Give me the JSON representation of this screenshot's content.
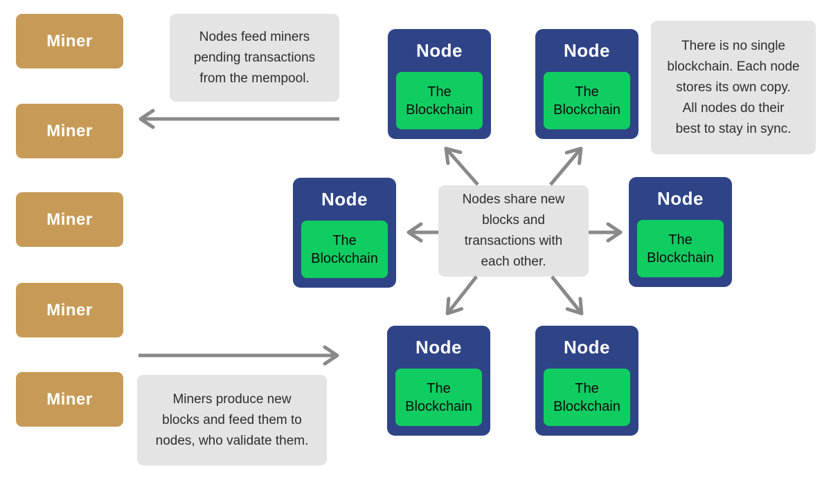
{
  "miners": [
    "Miner",
    "Miner",
    "Miner",
    "Miner",
    "Miner"
  ],
  "nodes": [
    {
      "title": "Node",
      "storage": "The Blockchain"
    },
    {
      "title": "Node",
      "storage": "The Blockchain"
    },
    {
      "title": "Node",
      "storage": "The Blockchain"
    },
    {
      "title": "Node",
      "storage": "The Blockchain"
    },
    {
      "title": "Node",
      "storage": "The Blockchain"
    },
    {
      "title": "Node",
      "storage": "The Blockchain"
    }
  ],
  "annotations": {
    "mempool": {
      "text": "Nodes feed miners pending transactions from the mempool.",
      "lines": [
        "Nodes feed miners",
        "pending transactions",
        "from the mempool."
      ]
    },
    "sync": {
      "text": "There is no single blockchain. Each node stores its own copy. All nodes do their best to stay in sync.",
      "lines": [
        "There is no single",
        "blockchain. Each node",
        "stores its own copy.",
        "All nodes do their",
        "best to stay in sync."
      ]
    },
    "share": {
      "text": "Nodes share new blocks and transactions with each other.",
      "lines": [
        "Nodes share new",
        "blocks and",
        "transactions with",
        "each other."
      ]
    },
    "produce": {
      "text": "Miners produce new blocks and feed them to nodes, who validate them.",
      "lines": [
        "Miners produce new",
        "blocks and feed them to",
        "nodes, who validate them."
      ]
    }
  },
  "arrows": [
    {
      "id": "nodes-to-miners",
      "direction": "left"
    },
    {
      "id": "miners-to-nodes",
      "direction": "right"
    },
    {
      "id": "center-to-node-mid-left",
      "direction": "left"
    },
    {
      "id": "center-to-node-mid-right",
      "direction": "right"
    },
    {
      "id": "center-to-node-top-left",
      "direction": "up-left"
    },
    {
      "id": "center-to-node-top-right",
      "direction": "up-right"
    },
    {
      "id": "center-to-node-bottom-left",
      "direction": "down-left"
    },
    {
      "id": "center-to-node-bottom-right",
      "direction": "down-right"
    }
  ],
  "colors": {
    "miner_fill": "#C79B57",
    "node_fill": "#2F4487",
    "blockchain_fill": "#10CD62",
    "note_bg": "#E4E4E4",
    "arrow": "#898989",
    "note_text": "#2d2d2d",
    "miner_text": "#ffffff",
    "node_text": "#ffffff",
    "blockchain_text": "#0a0a0a"
  }
}
